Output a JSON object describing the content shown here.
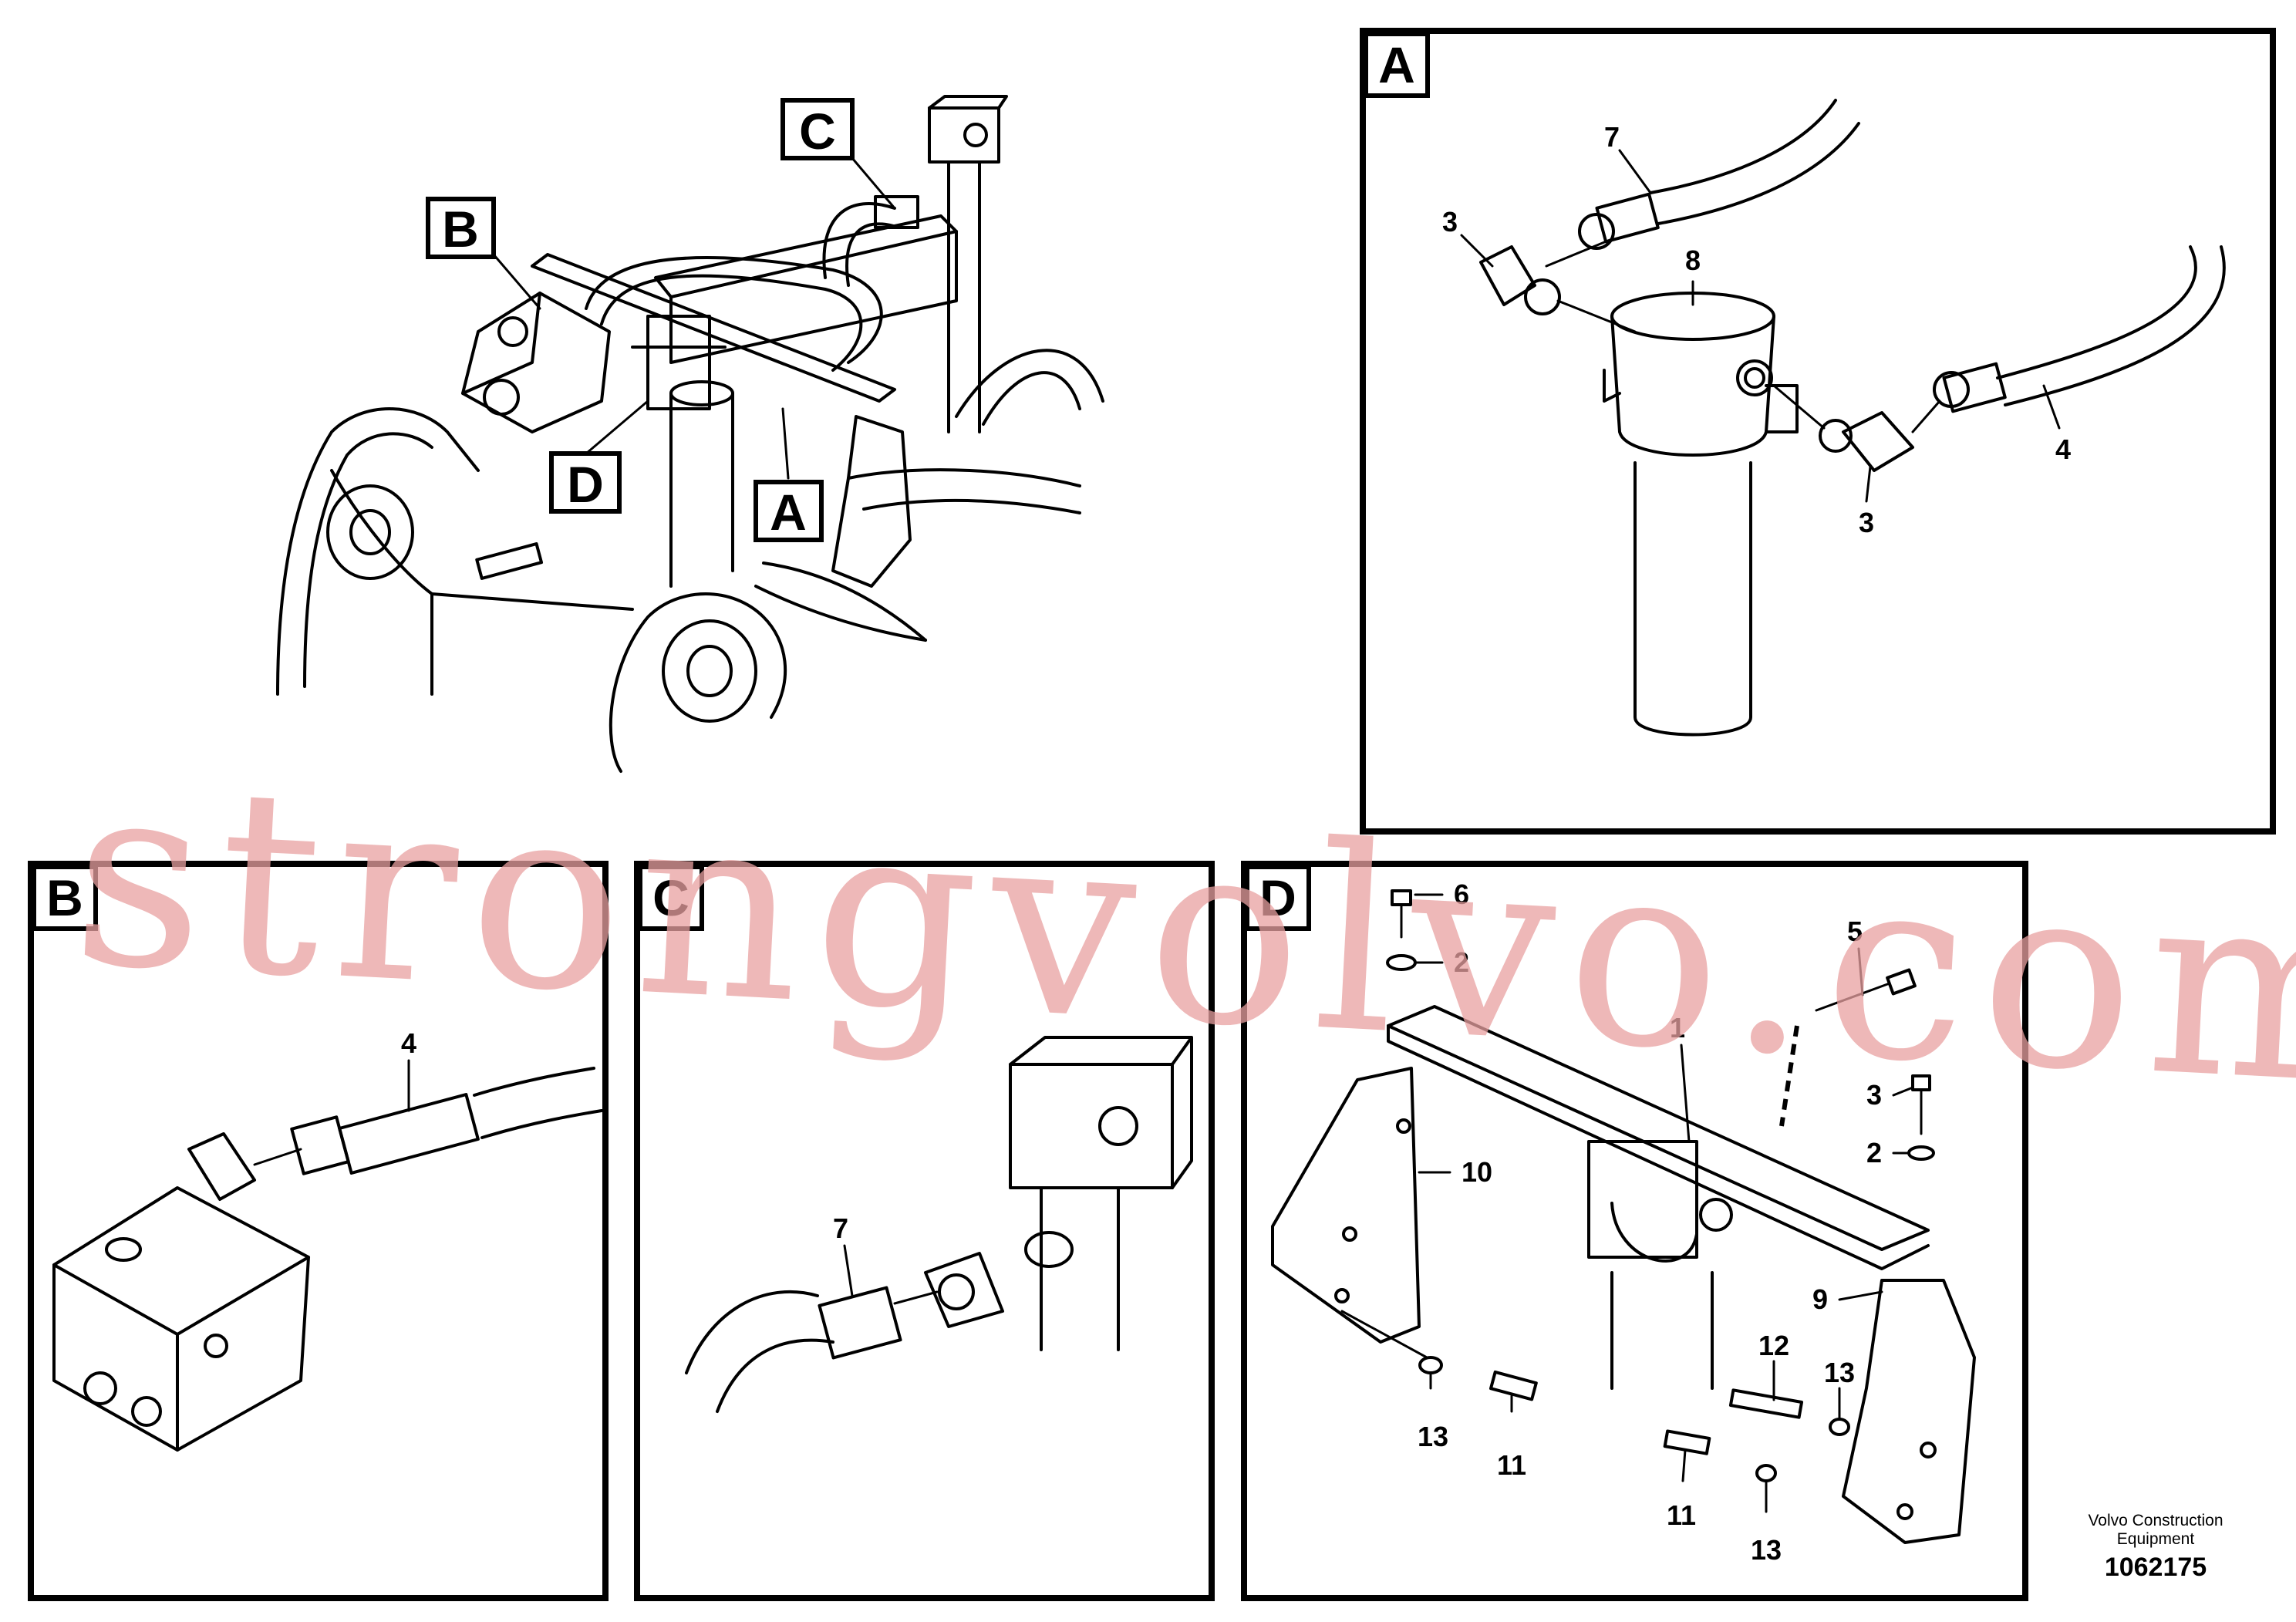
{
  "overview": {
    "tags": [
      "A",
      "B",
      "C",
      "D"
    ]
  },
  "detail_A": {
    "label": "A",
    "callouts": [
      "7",
      "3",
      "8",
      "4",
      "3"
    ]
  },
  "detail_B": {
    "label": "B",
    "callouts": [
      "4"
    ]
  },
  "detail_C": {
    "label": "C",
    "callouts": [
      "7"
    ]
  },
  "detail_D": {
    "label": "D",
    "callouts": [
      "6",
      "2",
      "5",
      "1",
      "3",
      "2",
      "10",
      "9",
      "12",
      "13",
      "13",
      "11",
      "11",
      "13"
    ]
  },
  "footer": {
    "company_line1": "Volvo Construction",
    "company_line2": "Equipment",
    "drawing_number": "1062175"
  },
  "watermark": "strongvolvo.com"
}
